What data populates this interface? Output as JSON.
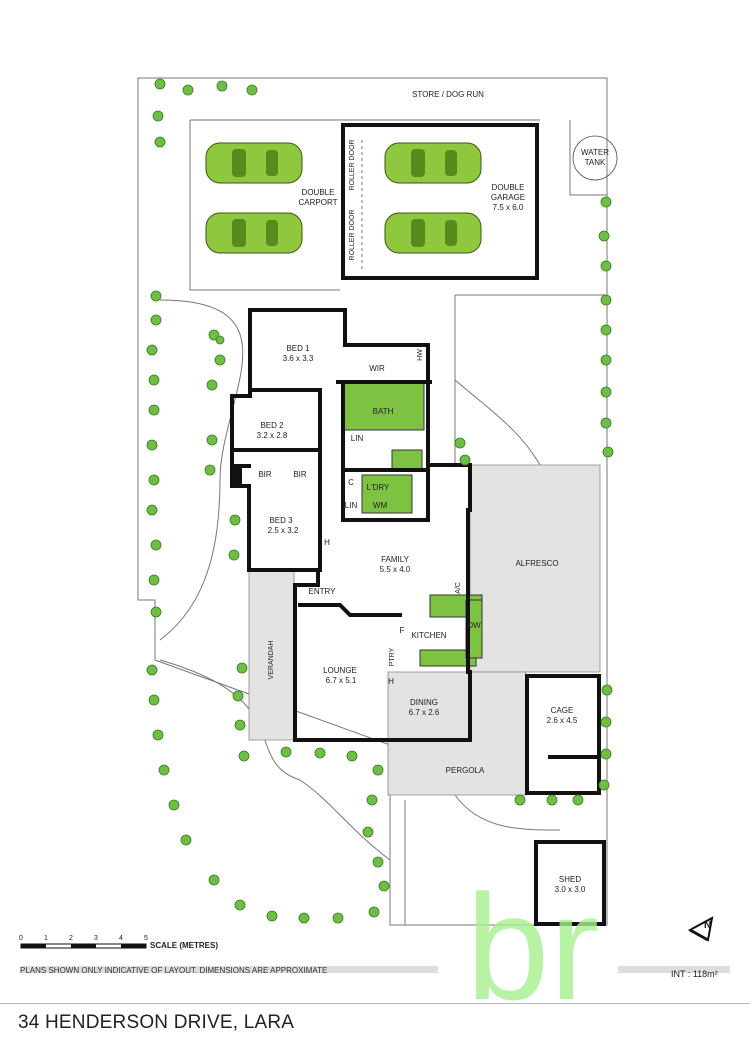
{
  "rooms": {
    "store": "STORE / DOG RUN",
    "water_tank_1": "WATER",
    "water_tank_2": "TANK",
    "carport_1": "DOUBLE",
    "carport_2": "CARPORT",
    "garage_1": "DOUBLE",
    "garage_2": "GARAGE",
    "garage_dim": "7.5 x 6.0",
    "roller_door": "ROLLER DOOR",
    "bed1": "BED 1",
    "bed1_dim": "3.6 x 3.3",
    "wir": "WIR",
    "hw": "HW",
    "bath": "BATH",
    "lin": "LIN",
    "bed2": "BED 2",
    "bed2_dim": "3.2 x 2.8",
    "bir": "BIR",
    "c": "C",
    "laundry": "L'DRY",
    "wm": "WM",
    "bed3": "BED 3",
    "bed3_dim": "2.5 x 3.2",
    "h": "H",
    "family": "FAMILY",
    "family_dim": "5.5 x 4.0",
    "alfresco": "ALFRESCO",
    "ac": "A/C",
    "entry": "ENTRY",
    "kitchen": "KITCHEN",
    "dw": "DW",
    "f": "F",
    "ptry": "PTRY",
    "verandah": "VERANDAH",
    "lounge": "LOUNGE",
    "lounge_dim": "6.7 x 5.1",
    "dining": "DINING",
    "dining_dim": "6.7 x 2.6",
    "cage": "CAGE",
    "cage_dim": "2.6 x 4.5",
    "pergola": "PERGOLA",
    "shed": "SHED",
    "shed_dim": "3.0 x 3.0"
  },
  "scale": {
    "ticks": [
      "0",
      "1",
      "2",
      "3",
      "4",
      "5"
    ],
    "label": "SCALE (METRES)"
  },
  "disclaimer": "PLANS SHOWN ONLY INDICATIVE OF LAYOUT. DIMENSIONS ARE APPROXIMATE",
  "area": "INT : 118m²",
  "compass": "N",
  "brand": "br",
  "address": "34 HENDERSON DRIVE, LARA",
  "colors": {
    "wet_areas": "#7ec241",
    "brand_watermark": "#a7f08f",
    "paved": "#e3e3e3"
  }
}
